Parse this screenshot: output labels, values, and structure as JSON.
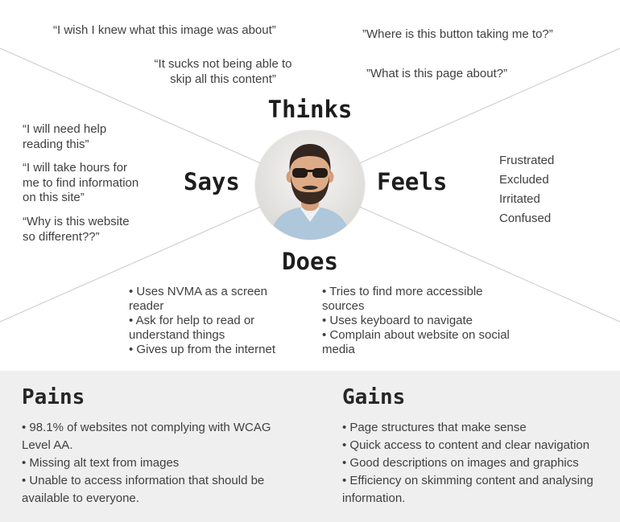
{
  "map": {
    "labels": {
      "thinks": "Thinks",
      "says": "Says",
      "feels": "Feels",
      "does": "Does"
    },
    "thinks_quotes": {
      "top_left": "“I wish I knew what this image was about”",
      "top_right": "”Where is this button taking me to?”",
      "mid_left": "“It sucks not being able to skip all this content”",
      "mid_right": "”What is this page about?”"
    },
    "says_quotes": [
      "“I will need help reading this”",
      "“I will take hours for me to find information on this site”",
      "“Why is this website so different??”"
    ],
    "feels_items": [
      "Frustrated",
      "Excluded",
      "Irritated",
      "Confused"
    ],
    "does_left": [
      "• Uses NVMA as a screen reader",
      "• Ask for help to read or understand things",
      "• Gives up from the internet"
    ],
    "does_right": [
      "• Tries to find more accessible sources",
      "• Uses keyboard to navigate",
      "• Complain about website on social media"
    ]
  },
  "pains": {
    "title": "Pains",
    "items": [
      "• 98.1% of websites not complying with WCAG Level AA.",
      "• Missing alt text from images",
      "• Unable to access information that should be available to everyone."
    ]
  },
  "gains": {
    "title": "Gains",
    "items": [
      "• Page structures that make sense",
      "• Quick access to content and clear navigation",
      "• Good descriptions on images and graphics",
      "• Efficiency on skimming content and analysing information."
    ]
  },
  "persona": {
    "avatar_icon": "man-with-sunglasses-photo"
  },
  "colors": {
    "background": "#ffffff",
    "panel_background": "#efefef",
    "divider_line": "#c9c9c9",
    "heading_text": "#1d1d1d",
    "body_text": "#3f3f3f"
  }
}
